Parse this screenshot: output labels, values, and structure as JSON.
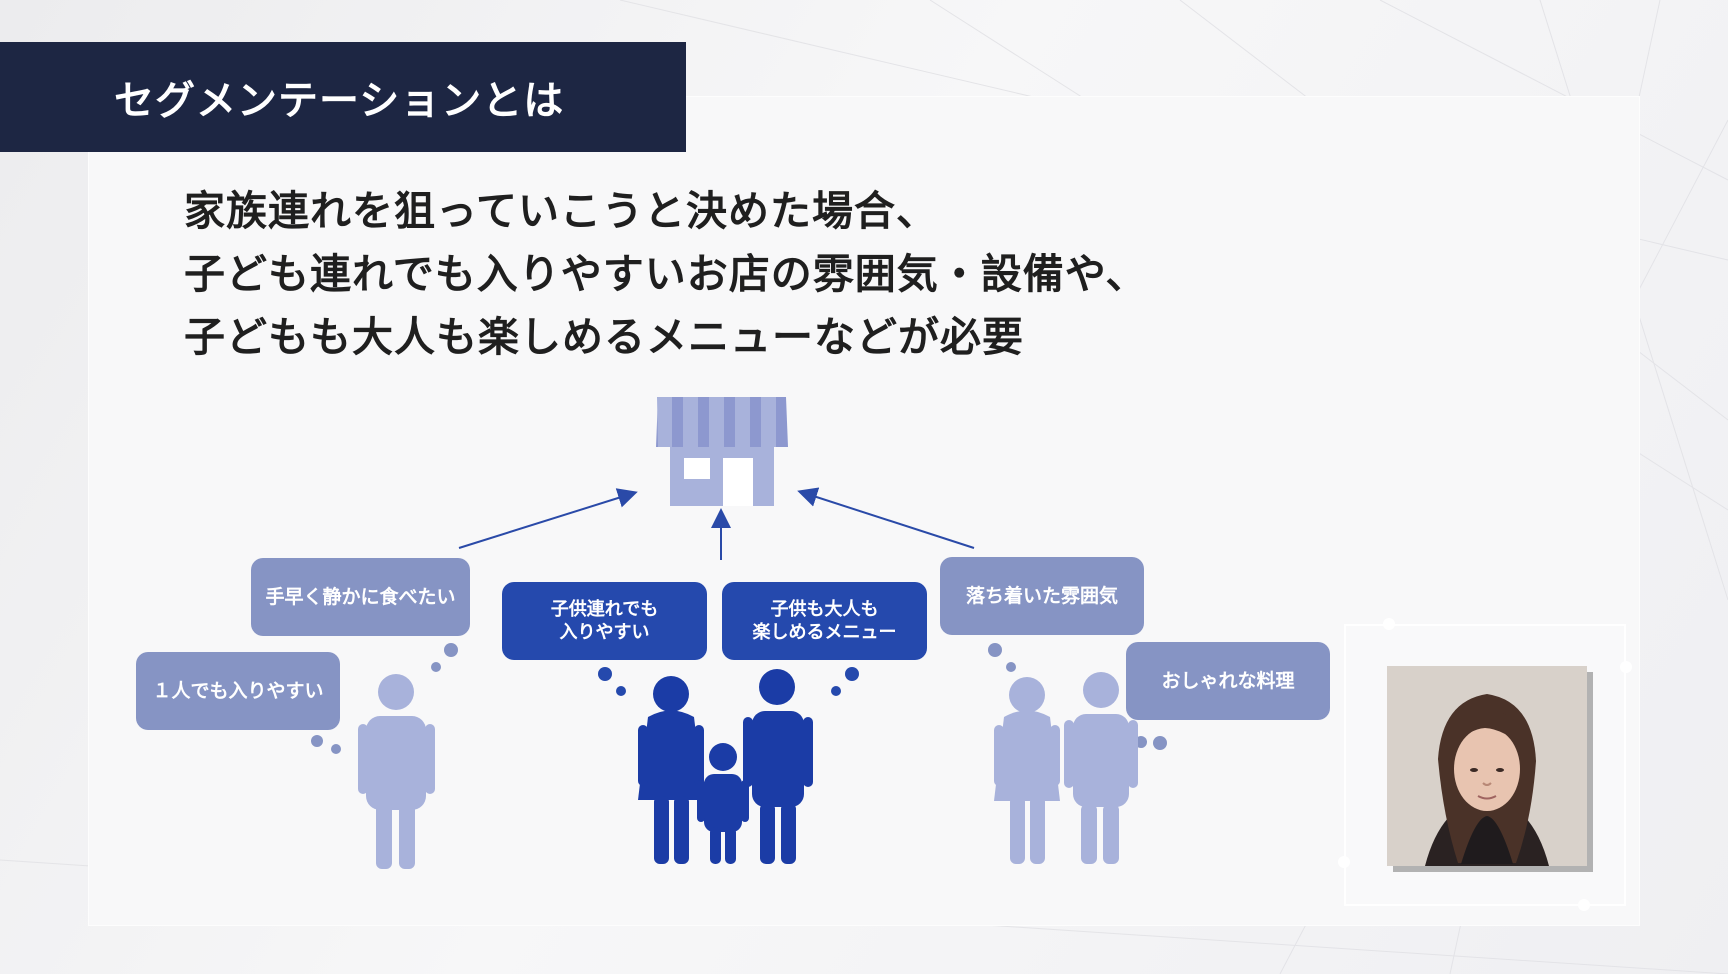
{
  "slide": {
    "title": "セグメンテーションとは",
    "body_lines": [
      "家族連れを狙っていこうと決めた場合、",
      "子ども連れでも入りやすいお店の雰囲気・設備や、",
      "子どもも大人も楽しめるメニューなどが必要"
    ]
  },
  "diagram": {
    "bubbles": {
      "left_top": "手早く静かに食べたい",
      "left_bottom": "１人でも入りやすい",
      "center_left": "子供連れでも\n入りやすい",
      "center_right": "子供も大人も\n楽しめるメニュー",
      "right_top": "落ち着いた雰囲気",
      "right_bottom": "おしゃれな料理"
    },
    "icons": {
      "store": "store-icon",
      "solo_person": "single-person-icon",
      "family": "family-icon",
      "couple": "couple-icon",
      "arrow": "arrow-icon",
      "thought_dot": "thought-bubble-dot-icon"
    }
  },
  "colors": {
    "title_bar": "#1d2643",
    "body_text": "#1f1f1f",
    "light_blue": "#8694c4",
    "dark_blue": "#2549ad",
    "panel": "#f8f8f9",
    "figure_light": "#a8b2db",
    "figure_dark": "#1b3ca6",
    "arrow": "#2a4aa8"
  }
}
